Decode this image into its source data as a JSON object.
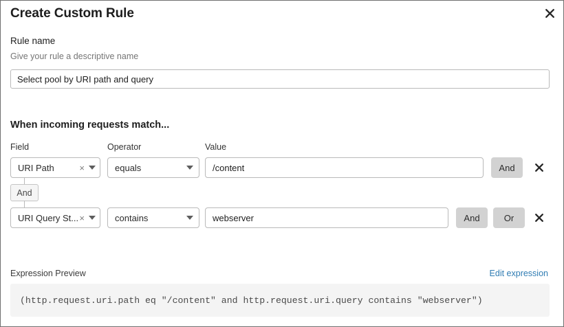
{
  "dialog": {
    "title": "Create Custom Rule",
    "close_icon": "close-icon"
  },
  "rule_name": {
    "label": "Rule name",
    "help": "Give your rule a descriptive name",
    "value": "Select pool by URI path and query",
    "placeholder": "Select pool by URI path and query"
  },
  "conditions": {
    "heading": "When incoming requests match...",
    "columns": {
      "field": "Field",
      "operator": "Operator",
      "value": "Value"
    },
    "connector": {
      "label": "And"
    },
    "rows": [
      {
        "field": "URI Path",
        "clear_icon": "×",
        "operator": "equals",
        "value": "/content",
        "logic_buttons": [
          "And"
        ],
        "delete_icon": "close-icon"
      },
      {
        "field": "URI Query St...",
        "clear_icon": "×",
        "operator": "contains",
        "value": "webserver",
        "logic_buttons": [
          "And",
          "Or"
        ],
        "delete_icon": "close-icon"
      }
    ],
    "row1_and": "And",
    "row2_and": "And",
    "row2_or": "Or"
  },
  "expression": {
    "label": "Expression Preview",
    "edit_link": "Edit expression",
    "code": "(http.request.uri.path eq \"/content\" and http.request.uri.query contains \"webserver\")"
  },
  "colors": {
    "link": "#2f7cb3",
    "logic_button_bg": "#d2d2d2",
    "expression_bg": "#f4f4f4",
    "border": "#b9b9b9"
  }
}
